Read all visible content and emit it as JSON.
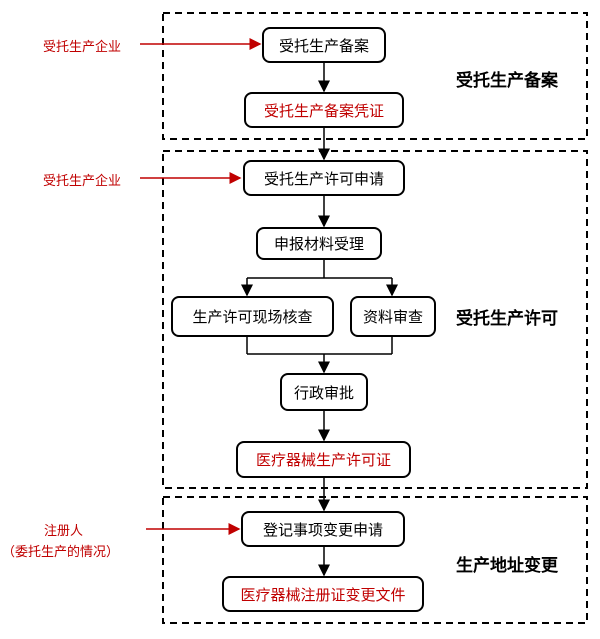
{
  "sections": {
    "filing": "受托生产备案",
    "license": "受托生产许可",
    "address": "生产地址变更"
  },
  "external": {
    "enterprise_1": "受托生产企业",
    "enterprise_2": "受托生产企业",
    "registrant": "注册人",
    "registrant_note": "（委托生产的情况）"
  },
  "nodes": {
    "filing": "受托生产备案",
    "filing_certificate": "受托生产备案凭证",
    "license_application": "受托生产许可申请",
    "acceptance": "申报材料受理",
    "site_inspection": "生产许可现场核查",
    "document_review": "资料审查",
    "admin_approval": "行政审批",
    "device_license": "医疗器械生产许可证",
    "change_application": "登记事项变更申请",
    "change_document": "医疗器械注册证变更文件"
  }
}
